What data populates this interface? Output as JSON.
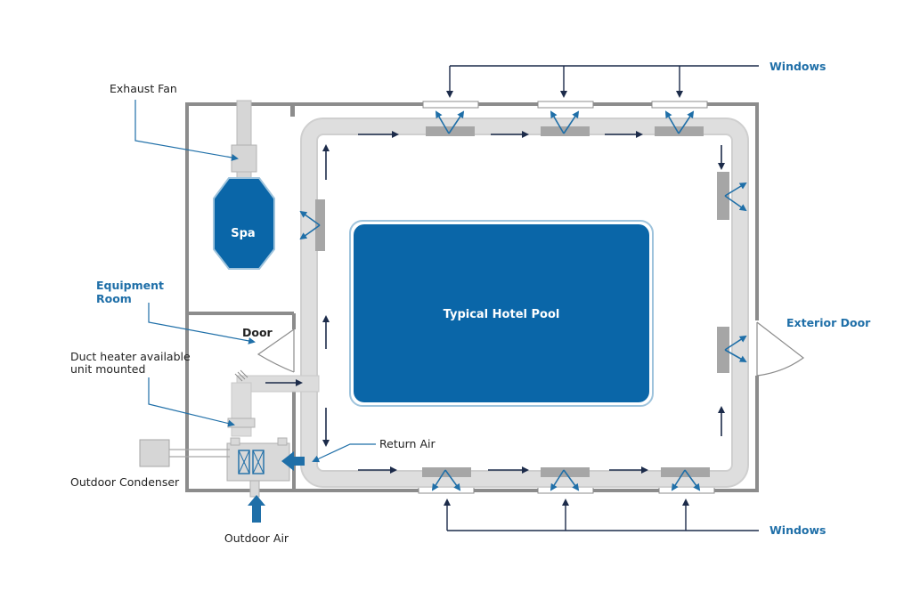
{
  "labels": {
    "exhaust_fan": "Exhaust Fan",
    "spa": "Spa",
    "equipment_room_line1": "Equipment",
    "equipment_room_line2": "Room",
    "door": "Door",
    "duct_heater_line1": "Duct heater available",
    "duct_heater_line2": "unit mounted",
    "outdoor_condenser": "Outdoor Condenser",
    "outdoor_air": "Outdoor Air",
    "return_air": "Return Air",
    "pool": "Typical Hotel Pool",
    "exterior_door": "Exterior Door",
    "windows_top": "Windows",
    "windows_bottom": "Windows"
  },
  "colors": {
    "pool_blue": "#0a66a8",
    "label_blue": "#1f6fa8",
    "duct_gray": "#d9d9d9",
    "wall_gray": "#8c8c8c",
    "arrow_navy": "#1c2b4a",
    "diffuser_gray": "#a6a6a6"
  }
}
